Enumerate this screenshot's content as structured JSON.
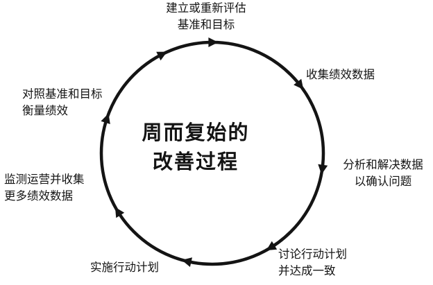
{
  "diagram": {
    "center_text": [
      "周而复始的",
      "改善过程"
    ],
    "steps": [
      {
        "lines": [
          "建立或重新评估",
          "基准和目标"
        ]
      },
      {
        "lines": [
          "收集绩效数据"
        ]
      },
      {
        "lines": [
          "分析和解决数据",
          "以确认问题"
        ]
      },
      {
        "lines": [
          "讨论行动计划",
          "并达成一致"
        ]
      },
      {
        "lines": [
          "实施行动计划"
        ]
      },
      {
        "lines": [
          "监测运营并收集",
          "更多绩效数据"
        ]
      },
      {
        "lines": [
          "对照基准和目标",
          "衡量绩效"
        ]
      }
    ]
  }
}
